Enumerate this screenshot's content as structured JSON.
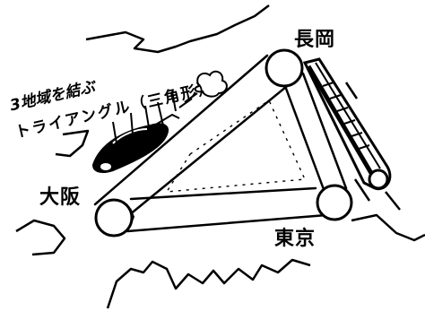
{
  "illustration": {
    "cities": {
      "nagaoka": "長岡",
      "osaka": "大阪",
      "tokyo": "東京"
    },
    "caption": {
      "line1": "3地域を結ぶ",
      "line2": "トライアングル（三角形）"
    },
    "ink_color": "#000000",
    "paper_color": "#ffffff",
    "icons": [
      "car-icon",
      "bullet-train-icon",
      "exhaust-cloud-icon",
      "city-node-icon"
    ]
  }
}
